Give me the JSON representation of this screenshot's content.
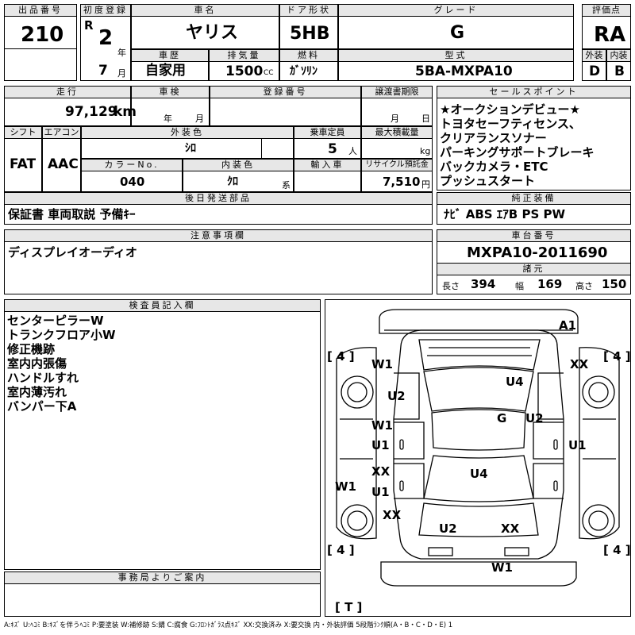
{
  "header": {
    "lot_no_label": "出品番号",
    "lot_no": "210",
    "first_reg_label": "初度登録",
    "era": "R",
    "reg_year": "2",
    "year_unit": "年",
    "reg_month": "7",
    "month_unit": "月",
    "car_name_label": "車名",
    "car_name": "ヤリス",
    "door_label": "ドア形状",
    "door": "5HB",
    "grade_label": "グレード",
    "grade": "G",
    "score_label": "評価点",
    "score": "RA",
    "history_label": "車歴",
    "history": "自家用",
    "displacement_label": "排気量",
    "displacement": "1500",
    "displacement_unit": "CC",
    "fuel_label": "燃料",
    "fuel": "ｶﾞｿﾘﾝ",
    "model_label": "型式",
    "model": "5BA-MXPA10",
    "exterior_label": "外装",
    "exterior": "D",
    "interior_label": "内装",
    "interior": "B"
  },
  "row2": {
    "mileage_label": "走行",
    "mileage": "97,129",
    "mileage_unit": "km",
    "inspection_label": "車検",
    "inspection_year_unit": "年",
    "inspection_month_unit": "月",
    "reg_no_label": "登録番号",
    "transfer_label": "譲渡書期限",
    "transfer_month_unit": "月",
    "transfer_day_unit": "日",
    "sales_label": "セールスポイント",
    "sales_points": [
      "★オークションデビュー★",
      "トヨタセーフティセンス、",
      "クリアランスソナー",
      "パーキングサポートブレーキ",
      "バックカメラ・ETC",
      "プッシュスタート"
    ]
  },
  "row3": {
    "shift_label": "シフト",
    "shift": "FAT",
    "ac_label": "エアコン",
    "ac": "AAC",
    "ext_color_label": "外装色",
    "ext_color": "ｼﾛ",
    "capacity_label": "乗車定員",
    "capacity": "5",
    "capacity_unit": "人",
    "max_load_label": "最大積載量",
    "max_load_unit": "kg",
    "color_no_label": "カラーNo.",
    "color_no": "040",
    "int_color_label": "内装色",
    "int_color": "ｸﾛ",
    "int_color_unit": "系",
    "import_label": "輸入車",
    "recycle_label": "リサイクル預託金",
    "recycle": "7,510",
    "recycle_unit": "円"
  },
  "parts": {
    "label": "後日発送部品",
    "value": "保証書 車両取説 予備ｷｰ"
  },
  "equipment": {
    "label": "純正装備",
    "value": "ﾅﾋﾞ ABS ｴｱB PS PW"
  },
  "notes": {
    "label": "注意事項欄",
    "value": "ディスプレイオーディオ"
  },
  "chassis": {
    "label": "車台番号",
    "value": "MXPA10-2011690",
    "dims_label": "諸元",
    "length_label": "長さ",
    "length": "394",
    "width_label": "幅",
    "width": "169",
    "height_label": "高さ",
    "height": "150"
  },
  "inspector": {
    "label": "検査員記入欄",
    "lines": [
      "センターピラーW",
      "トランクフロア小W",
      "修正機跡",
      "室内内張傷",
      "ハンドルすれ",
      "室内薄汚れ",
      "バンパー下A"
    ]
  },
  "diagram": {
    "tire_tl": "[ 4 ]",
    "tire_tr": "[ 4 ]",
    "tire_bl": "[ 4 ]",
    "tire_br": "[ 4 ]",
    "spare": "[ T ]",
    "marks": [
      "A1",
      "W1",
      "XX",
      "U2",
      "U4",
      "G",
      "U2",
      "W1",
      "U1",
      "U1",
      "XX",
      "U4",
      "W1",
      "U1",
      "XX",
      "U2",
      "XX",
      "W1"
    ]
  },
  "office": {
    "label": "事務局よりご案内"
  },
  "legend": "A:ｷｽﾞ U:ﾍｺﾐ B:ｷｽﾞを伴うﾍｺﾐ P:要塗装 W:補修跡 S:錆 C:腐食 G:ﾌﾛﾝﾄｶﾞﾗｽ点ｷｽﾞ XX:交換済み X:要交換 内・外装評価 5段階ﾗﾝｸ順(A・B・C・D・E) 1"
}
